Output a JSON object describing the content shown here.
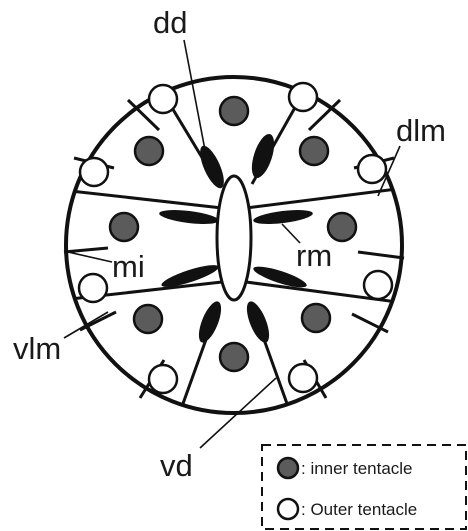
{
  "labels": {
    "dd": "dd",
    "dlm": "dlm",
    "mi": "mi",
    "rm": "rm",
    "vlm": "vlm",
    "vd": "vd"
  },
  "legend": {
    "inner": ": inner tentacle",
    "outer": ": Outer tentacle"
  },
  "colors": {
    "inner_fill": "#5b5b5b",
    "muscle_fill": "#111111",
    "outline": "#111111",
    "background": "#ffffff"
  },
  "counts": {
    "inner_tentacles": 8,
    "outer_tentacles": 8
  }
}
